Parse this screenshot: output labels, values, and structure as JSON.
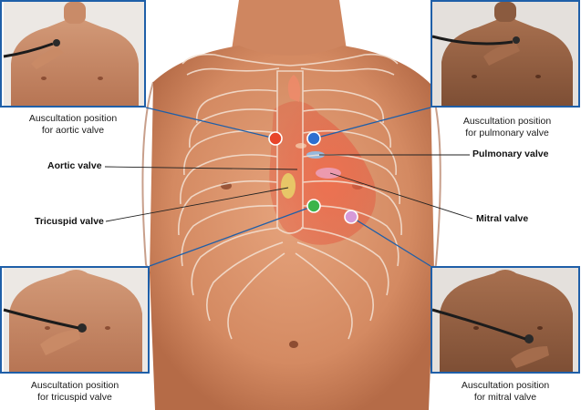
{
  "labels": {
    "aortic_valve": "Aortic valve",
    "pulmonary_valve": "Pulmonary valve",
    "tricuspid_valve": "Tricuspid valve",
    "mitral_valve": "Mitral valve"
  },
  "captions": {
    "aortic": {
      "line1": "Auscultation position",
      "line2": "for aortic valve"
    },
    "pulmonary": {
      "line1": "Auscultation position",
      "line2": "for pulmonary valve"
    },
    "tricuspid": {
      "line1": "Auscultation position",
      "line2": "for tricuspid valve"
    },
    "mitral": {
      "line1": "Auscultation position",
      "line2": "for mitral valve"
    }
  },
  "colors": {
    "frame_border": "#1f5fa8",
    "aortic_dot": "#e8452a",
    "pulmonary_dot": "#2e6fd0",
    "tricuspid_dot": "#3bb44a",
    "mitral_dot": "#d69ad8",
    "skin": "#d9926c",
    "skin_dark": "#b06a48"
  }
}
